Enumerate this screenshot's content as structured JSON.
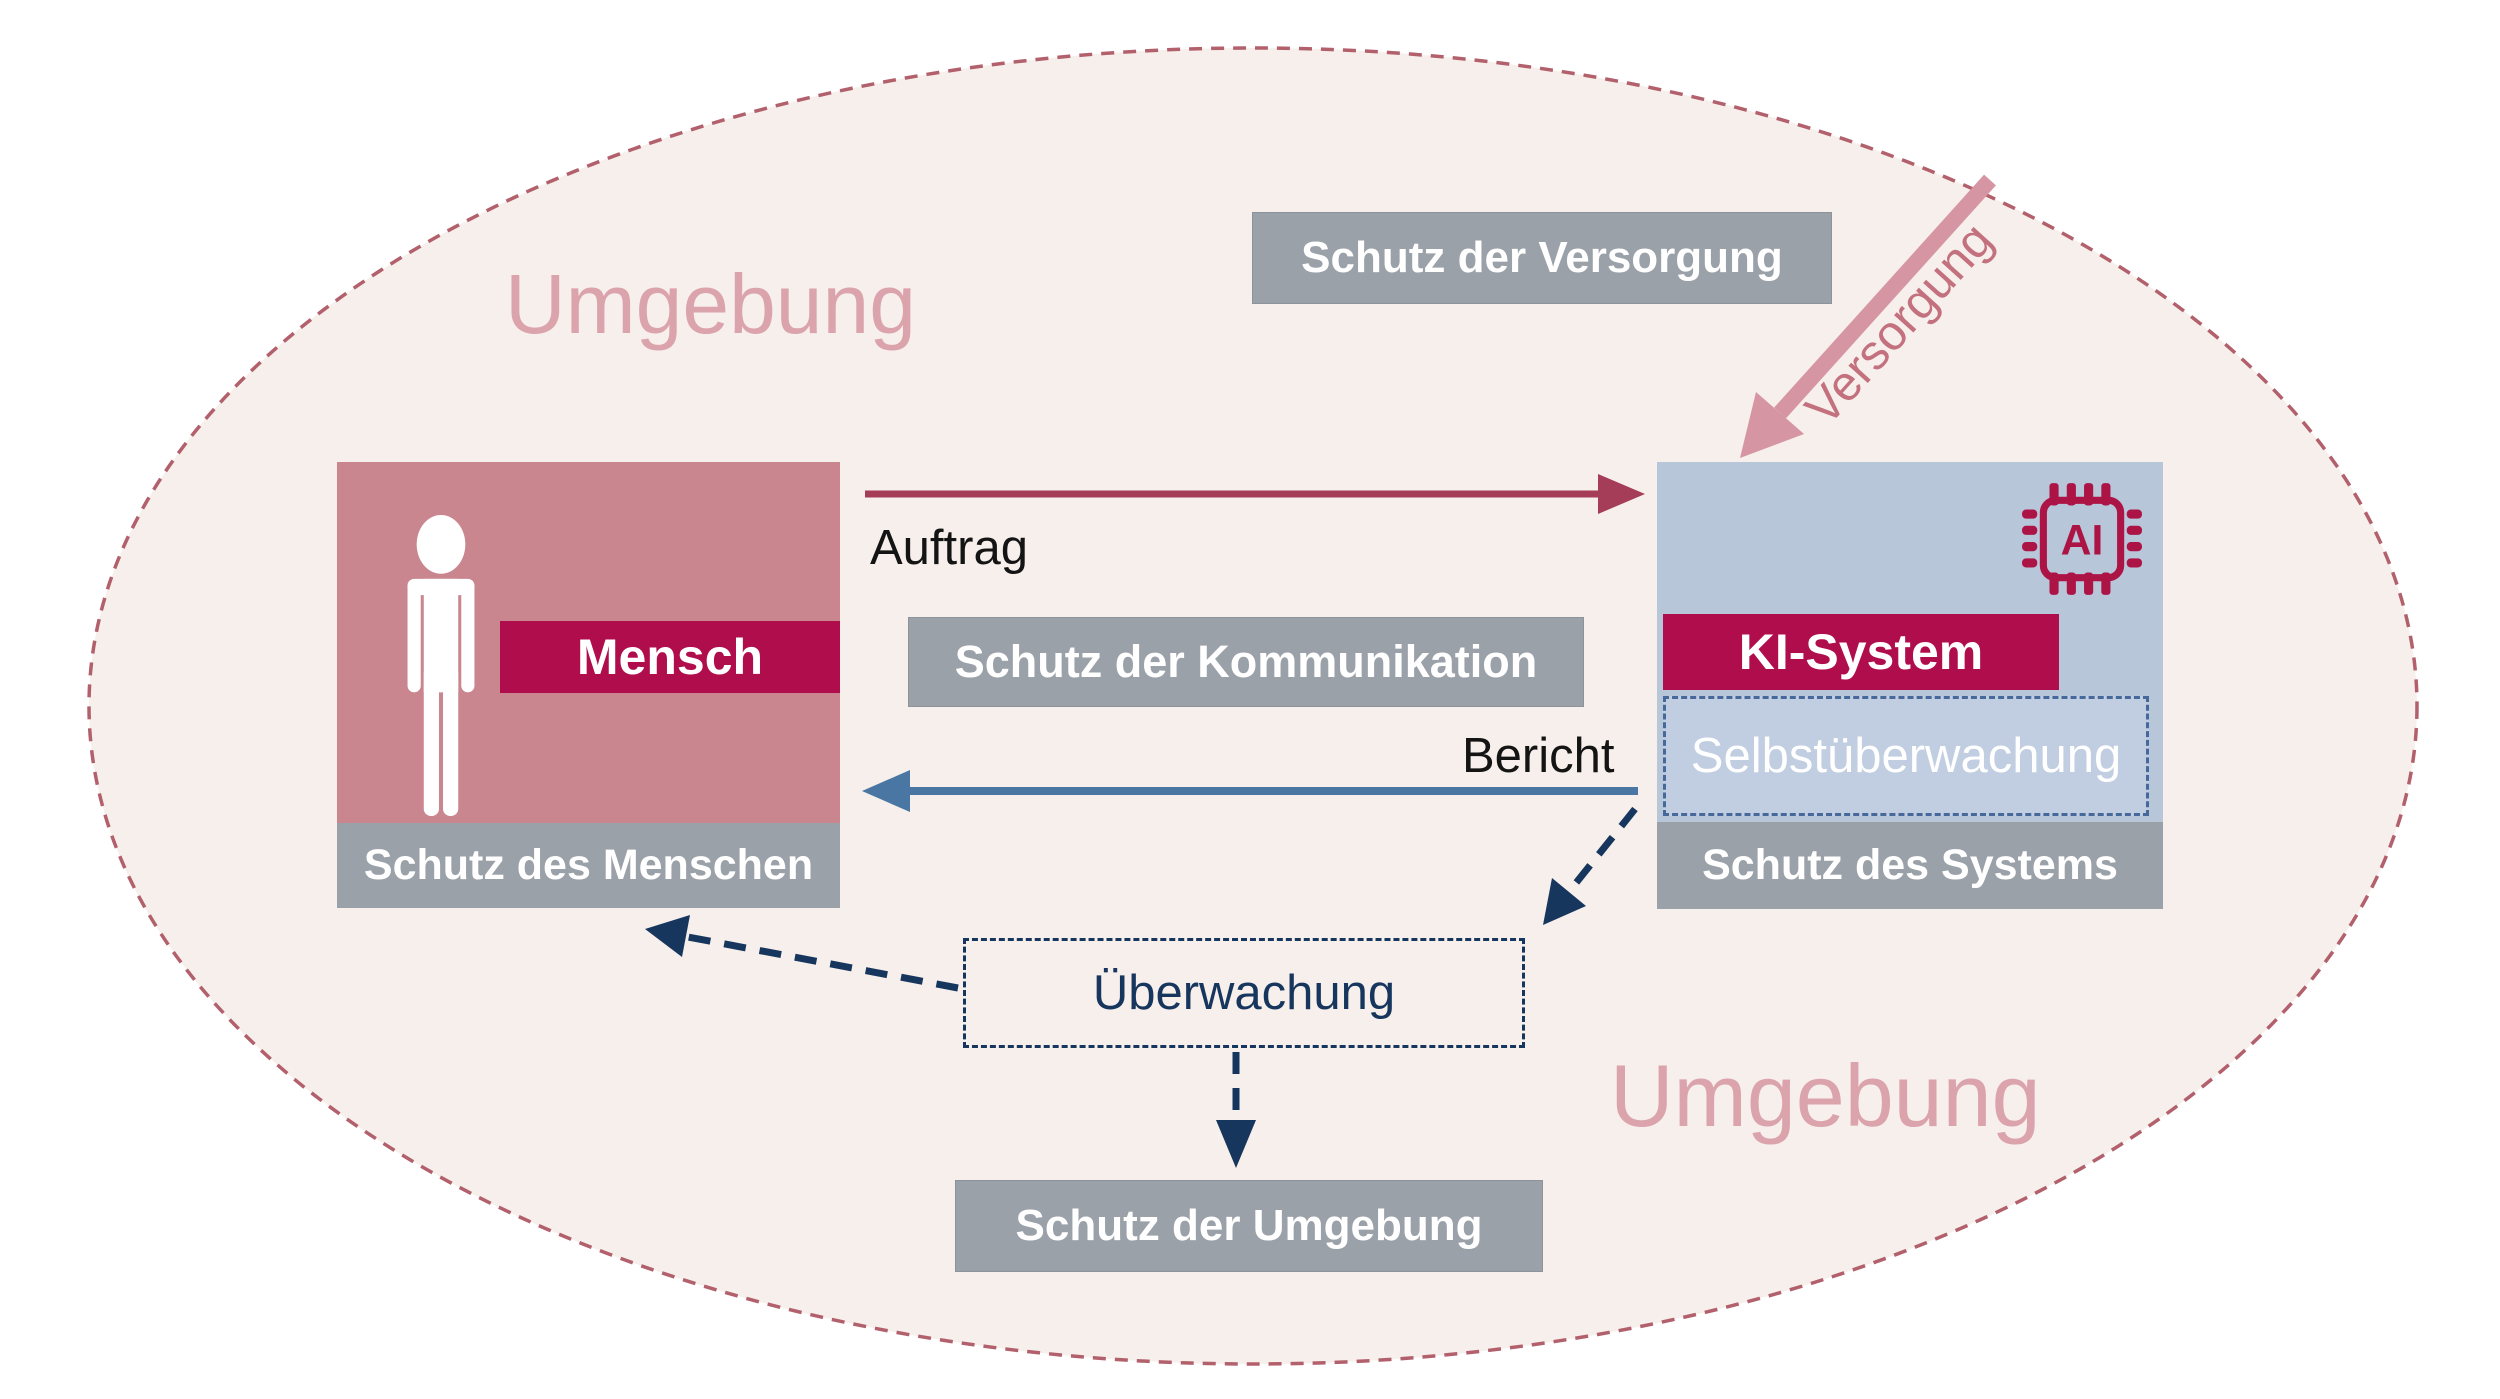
{
  "environment": {
    "label_top_left": "Umgebung",
    "label_bottom_right": "Umgebung"
  },
  "human": {
    "title": "Mensch",
    "protection_label": "Schutz des Menschen",
    "icon": "person-icon"
  },
  "ai_system": {
    "title": "KI-System",
    "chip_text": "AI",
    "icon": "ai-chip-icon",
    "self_monitoring_label": "Selbstüberwachung",
    "protection_label": "Schutz des Systems"
  },
  "flows": {
    "auftrag_label": "Auftrag",
    "bericht_label": "Bericht",
    "versorgung_label": "Versorgung",
    "ueberwachung_label": "Überwachung"
  },
  "protection_boxes": {
    "supply": "Schutz der Versorgung",
    "communication": "Schutz der Kommunikation",
    "environment": "Schutz der Umgebung"
  },
  "colors": {
    "crimson": "#b00d4d",
    "human_box_pink": "#c9868f",
    "ai_box_blue": "#b8c6da",
    "self_monitoring_fill": "#c1cee1",
    "gray_bar": "#9ba1a8",
    "ellipse_fill": "#f7efeb",
    "ellipse_border": "#b2606c",
    "environment_text": "#dba3ac",
    "auftrag_arrow": "#a63d58",
    "bericht_arrow": "#4a76a4",
    "dashed_navy": "#17365d",
    "versorgung_arrow": "#d695a2",
    "versorgung_text": "#c4717f"
  }
}
